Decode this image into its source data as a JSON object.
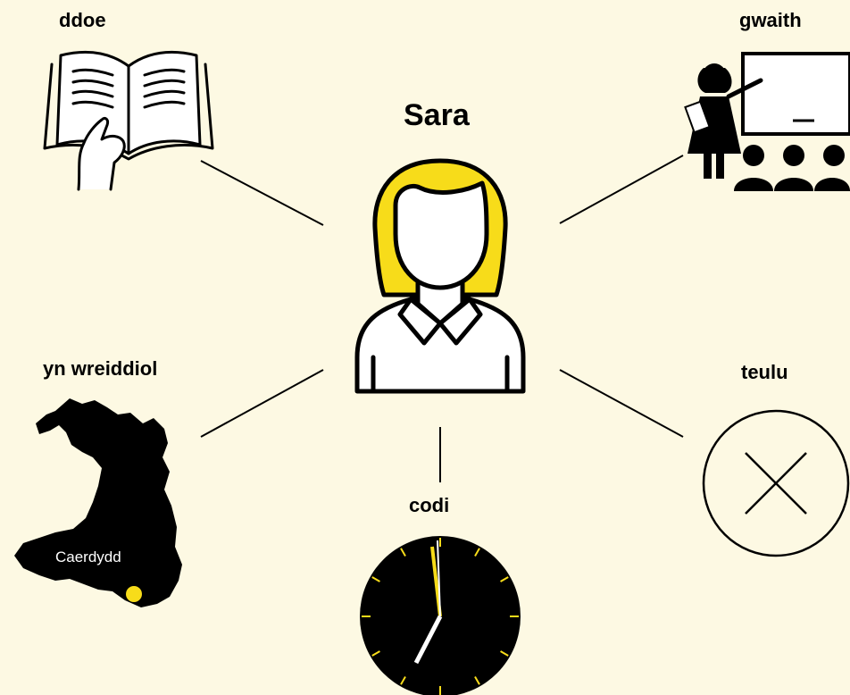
{
  "center": {
    "name": "Sara"
  },
  "nodes": {
    "ddoe": {
      "label": "ddoe",
      "icon": "open-book-icon"
    },
    "gwaith": {
      "label": "gwaith",
      "icon": "teacher-classroom-icon"
    },
    "origin": {
      "label": "yn wreiddiol",
      "icon": "wales-map-icon",
      "city": "Caerdydd"
    },
    "teulu": {
      "label": "teulu",
      "icon": "cross-circle-icon"
    },
    "codi": {
      "label": "codi",
      "icon": "clock-icon"
    }
  },
  "colors": {
    "background": "#fdf9e3",
    "accent": "#f7dc1a",
    "ink": "#000000"
  }
}
